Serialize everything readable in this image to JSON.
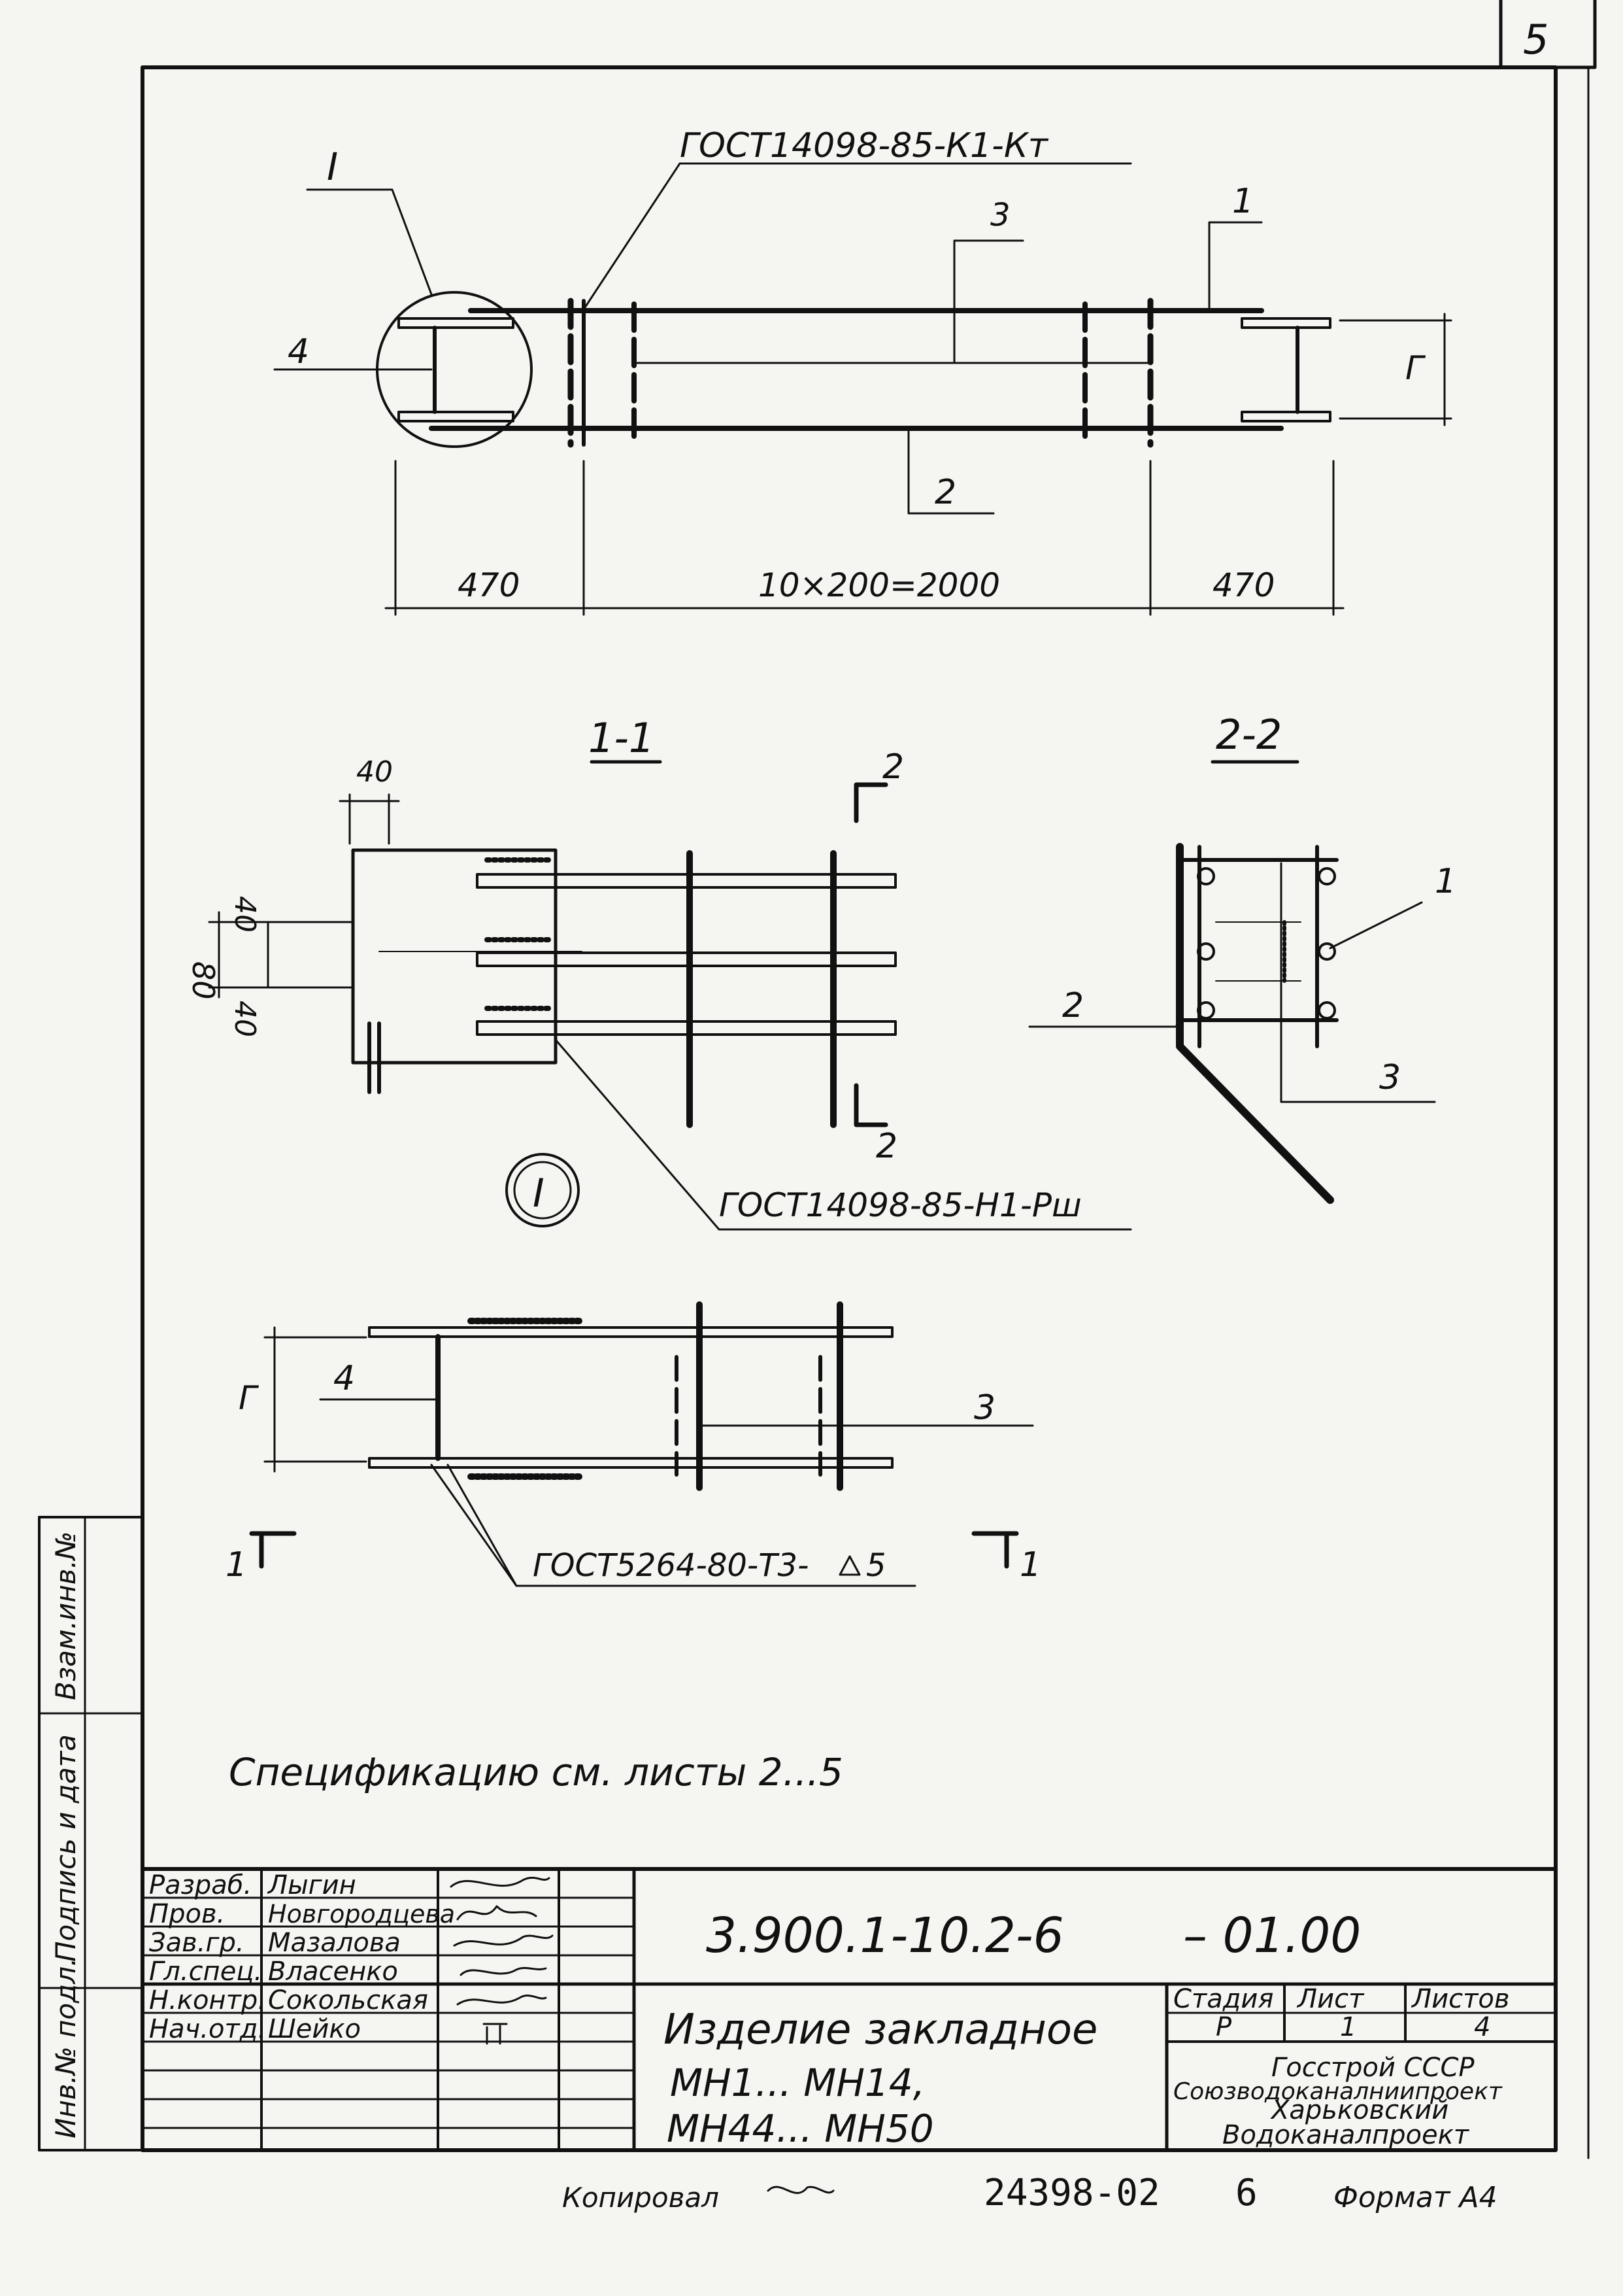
{
  "sheet_number": "5",
  "top_view": {
    "weld_callout": "ГОСТ14098-85-К1-Кт",
    "detail_mark": "I",
    "pos_labels": [
      "1",
      "2",
      "3",
      "4"
    ],
    "dim_left": "470",
    "dim_middle": "10×200=2000",
    "dim_right": "470",
    "dim_height": "Г"
  },
  "section_1_1": {
    "title": "1-1",
    "dim_40_top": "40",
    "dim_80": "80",
    "dim_40_a": "40",
    "dim_40_b": "40",
    "cut_label_top": "2",
    "cut_label_bottom": "2",
    "weld_callout": "ГОСТ14098-85-Н1-Рш",
    "detail_circle": "I"
  },
  "section_2_2": {
    "title": "2-2",
    "pos_1": "1",
    "pos_2": "2",
    "pos_3": "3"
  },
  "detail_I": {
    "dim_height": "Г",
    "pos_4": "4",
    "pos_3": "3",
    "weld_callout": "ГОСТ5264-80-Т3-",
    "weld_size": "5",
    "cut_left": "1",
    "cut_right": "1"
  },
  "note": "Спецификацию см. листы 2...5",
  "side_stamp": {
    "inv_orig": "Инв.№ подл.",
    "sign_date": "Подпись и дата",
    "inv_repl": "Взам.инв.№"
  },
  "title_block": {
    "roles": [
      "Разраб.",
      "Пров.",
      "Зав.гр.",
      "Гл.спец.",
      "Н.контр.",
      "Нач.отд."
    ],
    "names": [
      "Лыгин",
      "Новгородцева",
      "Мазалова",
      "Власенко",
      "Сокольская",
      "Шейко"
    ],
    "designation": "3.900.1-10.2-6",
    "designation_suffix": "– 01.00",
    "item_name_line1": "Изделие закладное",
    "item_name_line2": "МН1... МН14,",
    "item_name_line3": "МН44... МН50",
    "stage_header": "Стадия",
    "sheet_header": "Лист",
    "sheets_header": "Листов",
    "stage_value": "Р",
    "sheet_value": "1",
    "sheets_value": "4",
    "org_line1": "Госстрой СССР",
    "org_line2": "Союзводоканалниипроект",
    "org_line3": "Харьковский",
    "org_line4": "Водоканалпроект"
  },
  "footer": {
    "copied": "Копировал",
    "code": "24398-02",
    "code_num": "6",
    "format": "Формат А4"
  }
}
